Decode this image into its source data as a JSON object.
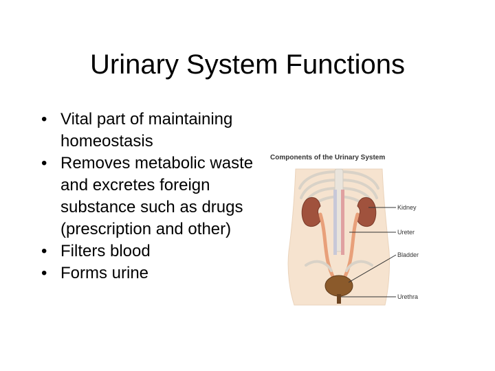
{
  "slide": {
    "title": "Urinary System Functions",
    "bullets": [
      "Vital part of maintaining homeostasis",
      "Removes metabolic waste and excretes foreign substance such as drugs (prescription and other)",
      "Filters blood",
      "Forms urine"
    ],
    "bullet_glyph": "•"
  },
  "figure": {
    "heading": "Components of the Urinary System",
    "labels": {
      "kidney": "Kidney",
      "ureter": "Ureter",
      "bladder": "Bladder",
      "urethra": "Urethra"
    },
    "colors": {
      "skin": "#f6e3cf",
      "kidney": "#a0523d",
      "ureter": "#e8a07a",
      "bladder": "#8b5a2b",
      "bone": "#e9e4dc"
    }
  }
}
